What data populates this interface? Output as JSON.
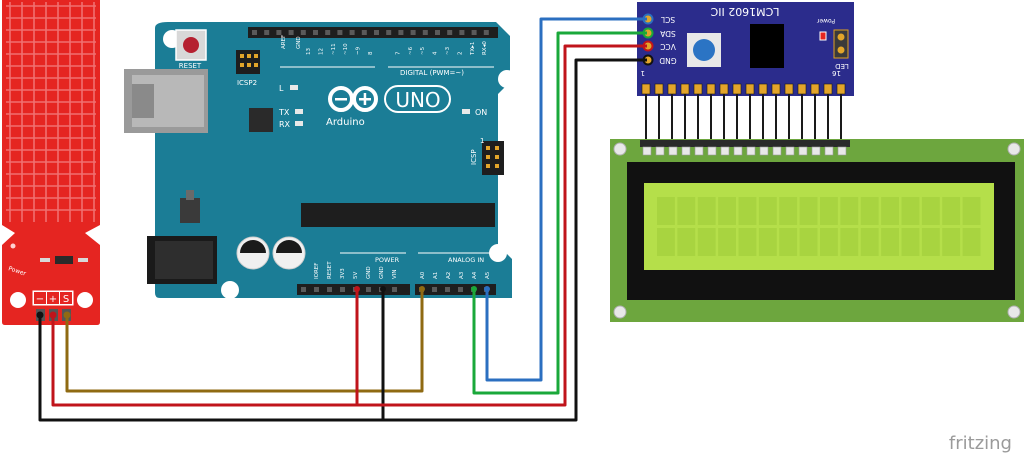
{
  "colors": {
    "arduino_board": "#1b7d96",
    "arduino_dark": "#0f5d72",
    "sensor_red": "#e52521",
    "i2c_board": "#2b2c8c",
    "lcd_pcb": "#6da63e",
    "lcd_screen": "#b5df4a",
    "wire_red": "#c0141b",
    "wire_black": "#111111",
    "wire_brown": "#8f6a12",
    "wire_green": "#1aa83a",
    "wire_blue": "#2b6fc0",
    "fritzing_text": "#9a9a9a"
  },
  "arduino": {
    "reset_label": "RESET",
    "icsp2_label": "ICSP2",
    "icsp_label": "ICSP",
    "aref_label": "AREF",
    "gnd_label": "GND",
    "digital_pins": [
      "13",
      "12",
      "~11",
      "~10",
      "~9",
      "8",
      "7",
      "~6",
      "~5",
      "4",
      "~3",
      "2",
      "TX▸1",
      "RX◂0"
    ],
    "digital_label": "DIGITAL (PWM=~)",
    "led_l": "L",
    "led_tx": "TX",
    "led_rx": "RX",
    "on_label": "ON",
    "uno_label": "UNO",
    "brand_label": "Arduino",
    "power_header_label": "POWER",
    "analog_header_label": "ANALOG IN",
    "power_pins": [
      "IOREF",
      "RESET",
      "3V3",
      "5V",
      "GND",
      "GND",
      "VIN"
    ],
    "analog_pins": [
      "A0",
      "A1",
      "A2",
      "A3",
      "A4",
      "A5"
    ],
    "icsp_pin1": "1"
  },
  "sensor": {
    "power_label": "Power",
    "pin_minus": "−",
    "pin_plus": "+",
    "pin_signal": "S"
  },
  "i2c_module": {
    "title": "LCM1602 IIC",
    "power_label": "Power",
    "led_label": "LED",
    "pins": [
      "SCL",
      "SDA",
      "VCC",
      "GND"
    ],
    "index_start": "1",
    "index_end": "16"
  },
  "lcd": {
    "rows": 2,
    "columns": 16
  },
  "footer": {
    "brand": "fritzing"
  }
}
